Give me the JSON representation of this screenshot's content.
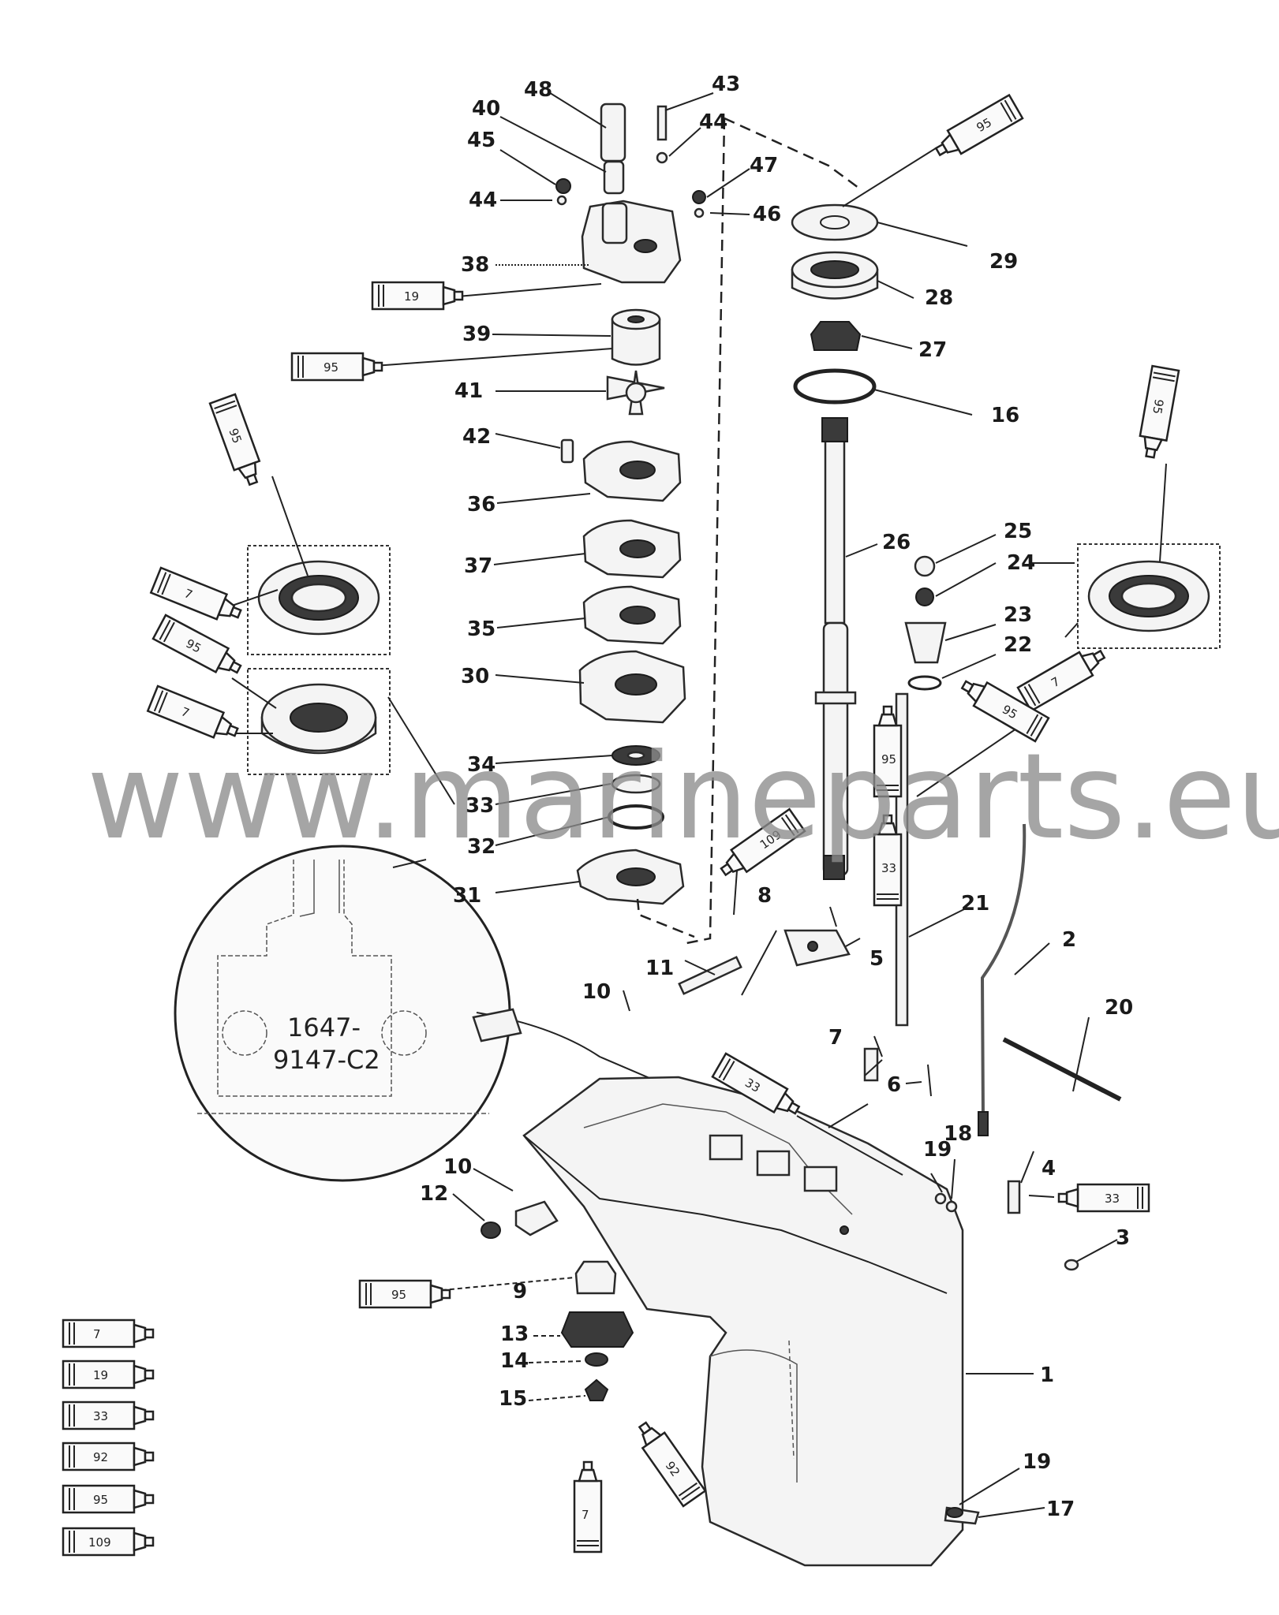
{
  "callouts": {
    "c48": "48",
    "c43": "43",
    "c40": "40",
    "c44a": "44",
    "c45": "45",
    "c47": "47",
    "c44b": "44",
    "c46": "46",
    "c38": "38",
    "c29": "29",
    "c28": "28",
    "c27": "27",
    "c39": "39",
    "c41": "41",
    "c16": "16",
    "c42": "42",
    "c36": "36",
    "c26": "26",
    "c25": "25",
    "c24": "24",
    "c37": "37",
    "c23": "23",
    "c22": "22",
    "c35": "35",
    "c30": "30",
    "c34": "34",
    "c33": "33",
    "c32": "32",
    "c31": "31",
    "c8": "8",
    "c21": "21",
    "c2": "2",
    "c11": "11",
    "c10a": "10",
    "c5": "5",
    "c20": "20",
    "c7": "7",
    "c6": "6",
    "c10b": "10",
    "c18": "18",
    "c19a": "19",
    "c4": "4",
    "c12": "12",
    "c3": "3",
    "c9": "9",
    "c13": "13",
    "c1": "1",
    "c14": "14",
    "c15": "15",
    "c19b": "19",
    "c17": "17"
  },
  "tubes": {
    "t95_top": "95",
    "t19_mid": "19",
    "t95_39": "95",
    "t95_left": "95",
    "t7_left": "7",
    "t95_left2": "95",
    "t7_left2": "7",
    "t95_right": "95",
    "t7_right": "7",
    "t95_right2": "95",
    "t109": "109",
    "t95_shaft": "95",
    "t33_shaft": "33",
    "t33_housing": "33",
    "t33_right": "33",
    "t95_9": "95",
    "t7_bottom": "7",
    "t92_bottom": "92"
  },
  "legend": [
    "7",
    "19",
    "33",
    "92",
    "95",
    "109"
  ],
  "detail": {
    "line1": "1647-",
    "line2": "9147-C2"
  },
  "watermark": "www.marineparts.eu"
}
